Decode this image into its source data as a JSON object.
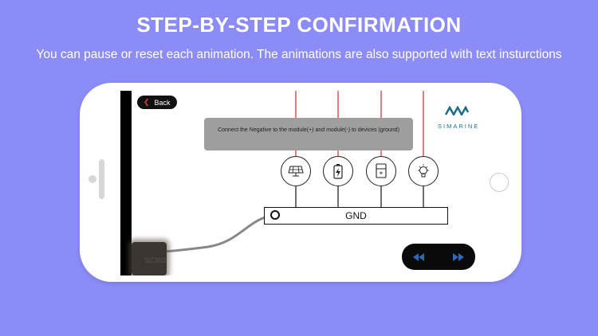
{
  "header": {
    "title": "STEP-BY-STEP CONFIRMATION",
    "subtitle": "You can pause or reset each animation. The animations are also supported with text insturctions"
  },
  "app": {
    "back_label": "Back",
    "brand": "SIMARINE",
    "instruction": "Connect the Negative to the module(+) and module(-) to devices (ground)",
    "bus_label": "GND",
    "module_label": "SC303",
    "devices": [
      "solar-panel-icon",
      "battery-icon",
      "fridge-icon",
      "light-bulb-icon"
    ],
    "controls": [
      "rewind-icon",
      "fast-forward-icon"
    ]
  },
  "colors": {
    "background": "#8b8cf6",
    "wire": "#d52b2b",
    "brand": "#1a6f86",
    "control_arrow": "#2f68b8"
  }
}
